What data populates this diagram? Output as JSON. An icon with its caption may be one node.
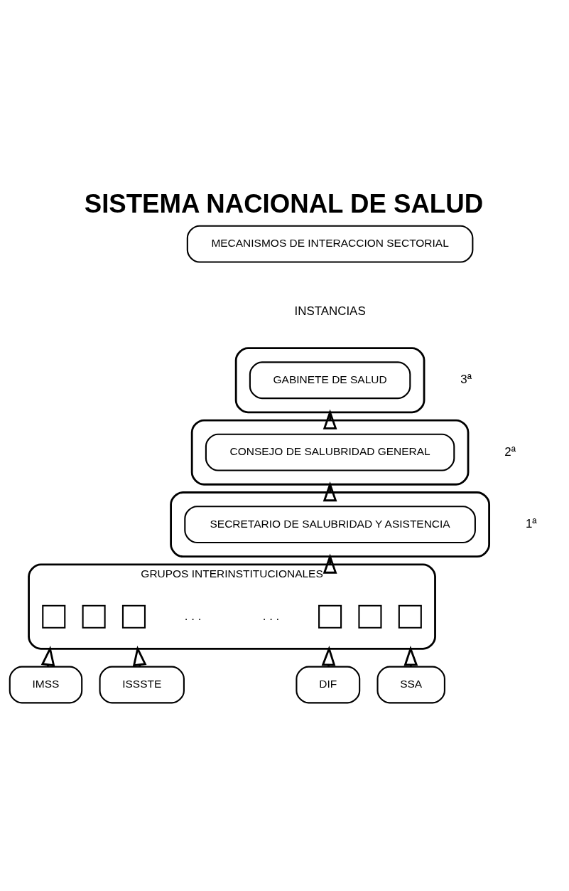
{
  "diagram": {
    "title": "SISTEMA NACIONAL DE SALUD",
    "nodes": [
      {
        "text": [
          "MECANISMOS DE INTERACCION SECTORIAL"
        ]
      },
      {
        "text": [],
        "shape": "box"
      },
      {
        "text": [
          "GABINETE DE SALUD"
        ],
        "in": 1
      },
      {
        "text": [],
        "shape": "box"
      },
      {
        "text": [
          "CONSEJO DE SALUBRIDAD GENERAL"
        ],
        "in": 3
      },
      {
        "text": [],
        "shape": "box"
      },
      {
        "text": [
          "SECRETARIO DE SALUBRIDAD Y ASISTENCIA"
        ],
        "in": 5
      },
      {
        "text": [
          "GRUPOS INTERINSTITUCIONALES"
        ]
      },
      {
        "text": [],
        "shape": "box",
        "in": 7
      },
      {
        "text": [],
        "shape": "box",
        "in": 7
      },
      {
        "text": [],
        "shape": "box",
        "in": 7
      },
      {
        "text": [],
        "shape": "box",
        "in": 7
      },
      {
        "text": [],
        "shape": "box",
        "in": 7
      },
      {
        "text": [],
        "shape": "box",
        "in": 7
      },
      {
        "text": [
          "IMSS"
        ]
      },
      {
        "text": [
          "ISSSTE"
        ]
      },
      {
        "text": [
          "DIF"
        ]
      },
      {
        "text": [
          "SSA"
        ]
      }
    ],
    "edges": [
      {
        "from": 3,
        "to": 1,
        "arrow": "to"
      },
      {
        "from": 5,
        "to": 3,
        "arrow": "to"
      },
      {
        "from": 7,
        "to": 5,
        "arrow": "to"
      },
      {
        "from": 14,
        "to": 7,
        "arrow": "to"
      },
      {
        "from": 15,
        "to": 7,
        "arrow": "to"
      },
      {
        "from": 16,
        "to": 7,
        "arrow": "to"
      },
      {
        "from": 17,
        "to": 7,
        "arrow": "to"
      }
    ],
    "labels": [
      "INSTANCIAS",
      "3ª",
      "2ª",
      "1ª",
      ". . .",
      ". . ."
    ]
  }
}
